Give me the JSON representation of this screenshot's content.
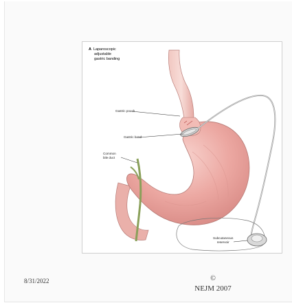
{
  "slide": {
    "date": "8/31/2022",
    "copyright_symbol": "©",
    "source": "NEJM 2007"
  },
  "figure": {
    "panel_letter": "A",
    "title_lines": [
      "Laparoscopic",
      "adjustable",
      "gastric banding"
    ],
    "labels": {
      "gastric_pouch": "Gastric pouch",
      "gastric_band": "Gastric band",
      "common_bile_duct_line1": "Common",
      "common_bile_duct_line2": "bile duct",
      "subcutaneous_reservoir_line1": "Subcutaneous",
      "subcutaneous_reservoir_line2": "reservoir"
    },
    "colors": {
      "stomach": "#e9a39f",
      "stomach_highlight": "#f6cfc9",
      "bile_duct": "#8aa05a",
      "tube": "#9a9a9a"
    }
  }
}
